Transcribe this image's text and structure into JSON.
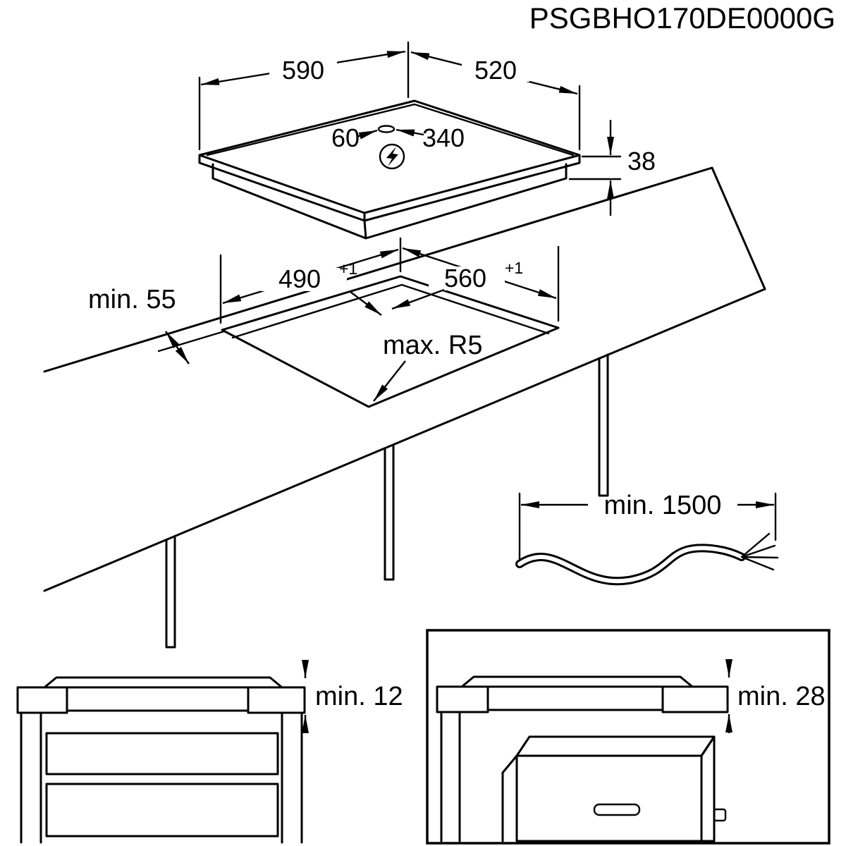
{
  "drawing": {
    "code": "PSGBHO170DE0000G",
    "hob": {
      "width": "590",
      "depth": "520",
      "height": "38",
      "connection_offset_left": "60",
      "connection_offset_right": "340"
    },
    "cutout": {
      "depth": "490",
      "depth_tolerance": "+1",
      "width": "560",
      "width_tolerance": "+1",
      "rear_clearance": "min. 55",
      "corner_radius": "max. R5"
    },
    "cable": {
      "min_length": "min. 1500"
    },
    "clearances": {
      "drawer": "min. 12",
      "oven": "min. 28"
    }
  }
}
